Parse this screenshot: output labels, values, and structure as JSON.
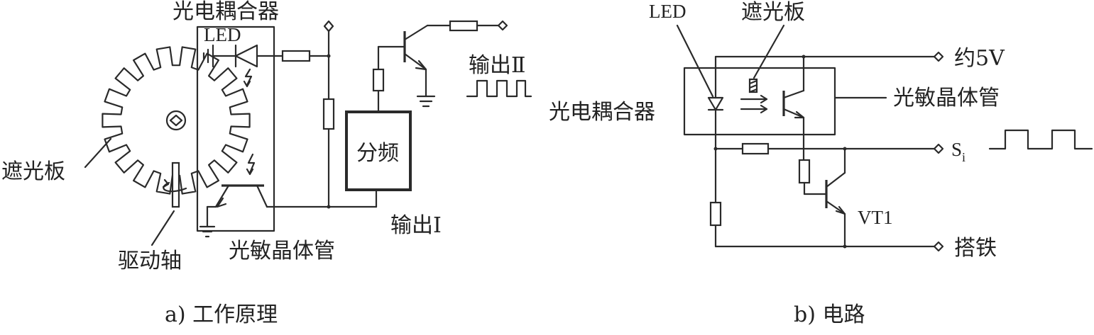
{
  "diagram_a": {
    "title": "光电耦合器",
    "led": "LED",
    "shutter": "遮光板",
    "shaft": "驱动轴",
    "phototransistor": "光敏晶体管",
    "divider": "分频",
    "output1": "输出Ⅰ",
    "output2": "输出Ⅱ",
    "caption": "a) 工作原理"
  },
  "diagram_b": {
    "led": "LED",
    "shutter": "遮光板",
    "coupler": "光电耦合器",
    "phototransistor": "光敏晶体管",
    "supply": "约5V",
    "signal": "S",
    "signal_sub": "i",
    "transistor": "VT1",
    "ground": "搭铁",
    "caption": "b) 电路"
  }
}
